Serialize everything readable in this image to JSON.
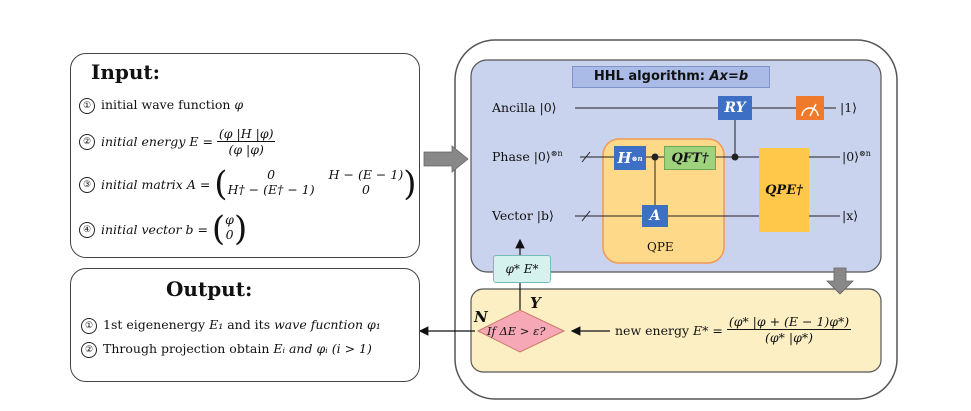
{
  "input": {
    "title": "Input:",
    "items": [
      {
        "n": "①",
        "text": "initial wave function",
        "math": "φ"
      },
      {
        "n": "②",
        "text": "initial energy",
        "math_lhs": "E =",
        "num": "(φ |H |φ)",
        "den": "(φ |φ)"
      },
      {
        "n": "③",
        "text": "initial matrix",
        "math_lhs": "A =",
        "m11": "0",
        "m12": "H − (E − 1)",
        "m21": "H† − (E† − 1)",
        "m22": "0"
      },
      {
        "n": "④",
        "text": "initial vector",
        "math_lhs": "b =",
        "v1": "φ",
        "v2": "0"
      }
    ]
  },
  "output": {
    "title": "Output:",
    "items": [
      {
        "n": "①",
        "text_pre": "1st eigenenergy",
        "m1": "E₁",
        "text_mid": "and its",
        "text_it": "wave fucntion",
        "m2": "φ₁"
      },
      {
        "n": "②",
        "text_pre": "Through projection obtain",
        "m1": "Eᵢ",
        "text_mid": "and",
        "m2": "φᵢ",
        "text_post": "(i > 1)"
      }
    ]
  },
  "hhl": {
    "title": "HHL algorithm:",
    "title_eq": "Ax=b",
    "wires": {
      "ancilla": "Ancilla |0⟩",
      "phase": "Phase  |0⟩",
      "phase_sup": "⊗n",
      "vector": "Vector |b⟩"
    },
    "outputs": {
      "ancilla": "|1⟩",
      "phase": "|0⟩",
      "phase_sup": "⊗n",
      "vector": "|x⟩"
    },
    "gates": {
      "ry": "RY",
      "h": "H",
      "h_sup": "⊗n",
      "qft": "QFT†",
      "a": "A",
      "qpe_dag": "QPE†"
    },
    "qpe_label": "QPE"
  },
  "feedback": {
    "label_phi": "φ*",
    "label_e": "E*"
  },
  "decision": {
    "text": "If ΔE > ε?",
    "yes": "Y",
    "no": "N"
  },
  "energy": {
    "lhs": "new energy",
    "eq": "E* =",
    "num": "(φ* |φ + (E − 1)φ*)",
    "den": "(φ* |φ*)"
  },
  "colors": {
    "hhl_bg": "#c9d3ee",
    "hhl_title_bg": "#a9bbe6",
    "qpe_bg": "#ffd98a",
    "gate_blue": "#3d6fc4",
    "gate_green": "#9ed27c",
    "qpe_dag_bg": "#ffc84a",
    "meter_bg": "#f07a2c",
    "energy_bg": "#fdefc4",
    "diamond_bg": "#f7a8b6",
    "feedback_bg": "#d6f2ef"
  }
}
